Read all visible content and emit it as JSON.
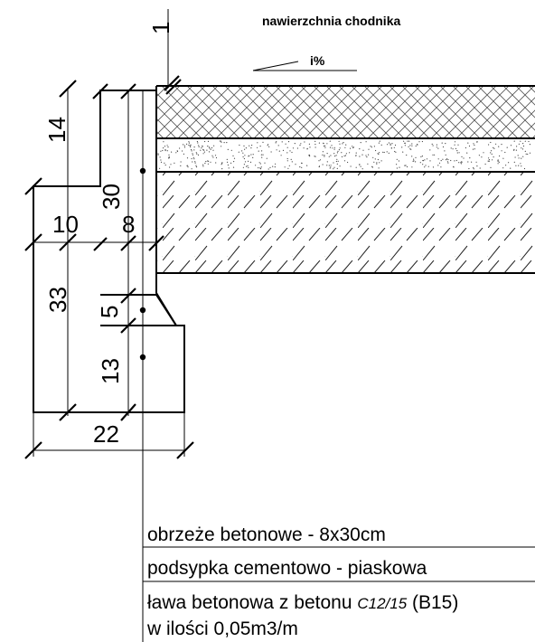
{
  "title": "nawierzchnia chodnika",
  "slope_label": "i%",
  "dimensions": {
    "gap": "1",
    "kerb_upper": "14",
    "kerb_height": "30",
    "bench_width": "10",
    "kerb_width": "8",
    "bench_height": "33",
    "bedding_thickness": "5",
    "bench_lower": "13",
    "bench_total_width": "22"
  },
  "legend": {
    "line1": "obrzeże betonowe - 8x30cm",
    "line2": "podsypka cementowo - piaskowa",
    "line3_prefix": "ława betonowa z betonu ",
    "line3_grade": "C12/15",
    "line3_suffix": " (B15)",
    "line4": "w ilości 0,05m3/m"
  }
}
